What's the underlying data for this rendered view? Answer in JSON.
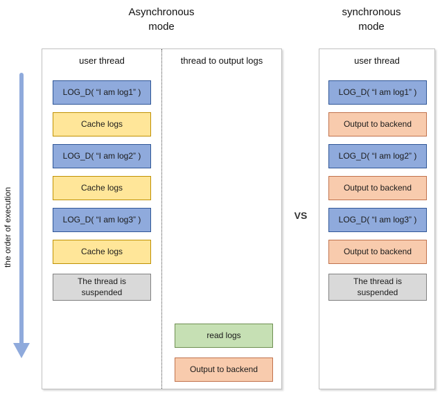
{
  "titles": {
    "left": "Asynchronous\nmode",
    "right": "synchronous\nmode"
  },
  "vs_label": "VS",
  "execution_arrow_label": "the order of execution",
  "async_panel": {
    "user_thread_header": "user thread",
    "output_thread_header": "thread to output logs",
    "user_thread_boxes": [
      {
        "label": "LOG_D( “I am log1” )",
        "type": "blue"
      },
      {
        "label": "Cache logs",
        "type": "yellow"
      },
      {
        "label": "LOG_D( “I am log2” )",
        "type": "blue"
      },
      {
        "label": "Cache logs",
        "type": "yellow"
      },
      {
        "label": "LOG_D( “I am log3” )",
        "type": "blue"
      },
      {
        "label": "Cache logs",
        "type": "yellow"
      },
      {
        "label": "The thread is\nsuspended",
        "type": "gray"
      }
    ],
    "output_thread_boxes": [
      {
        "label": "read logs",
        "type": "green"
      },
      {
        "label": "Output to backend",
        "type": "orange"
      }
    ]
  },
  "sync_panel": {
    "user_thread_header": "user thread",
    "boxes": [
      {
        "label": "LOG_D( “I am log1” )",
        "type": "blue"
      },
      {
        "label": "Output to backend",
        "type": "orange"
      },
      {
        "label": "LOG_D( “I am log2” )",
        "type": "blue"
      },
      {
        "label": "Output to backend",
        "type": "orange"
      },
      {
        "label": "LOG_D( “I am log3” )",
        "type": "blue"
      },
      {
        "label": "Output to backend",
        "type": "orange"
      },
      {
        "label": "The thread is\nsuspended",
        "type": "gray"
      }
    ]
  },
  "colors": {
    "arrow": "#8faadc",
    "log_call_fill": "#8faadc",
    "log_call_border": "#2e5596",
    "cache_fill": "#ffe699",
    "cache_border": "#bf9000",
    "output_fill": "#f8cbad",
    "output_border": "#c0714b",
    "read_fill": "#c6e0b4",
    "read_border": "#6d8e50",
    "suspended_fill": "#d9d9d9",
    "suspended_border": "#808080",
    "panel_border": "#bfbfbf"
  }
}
